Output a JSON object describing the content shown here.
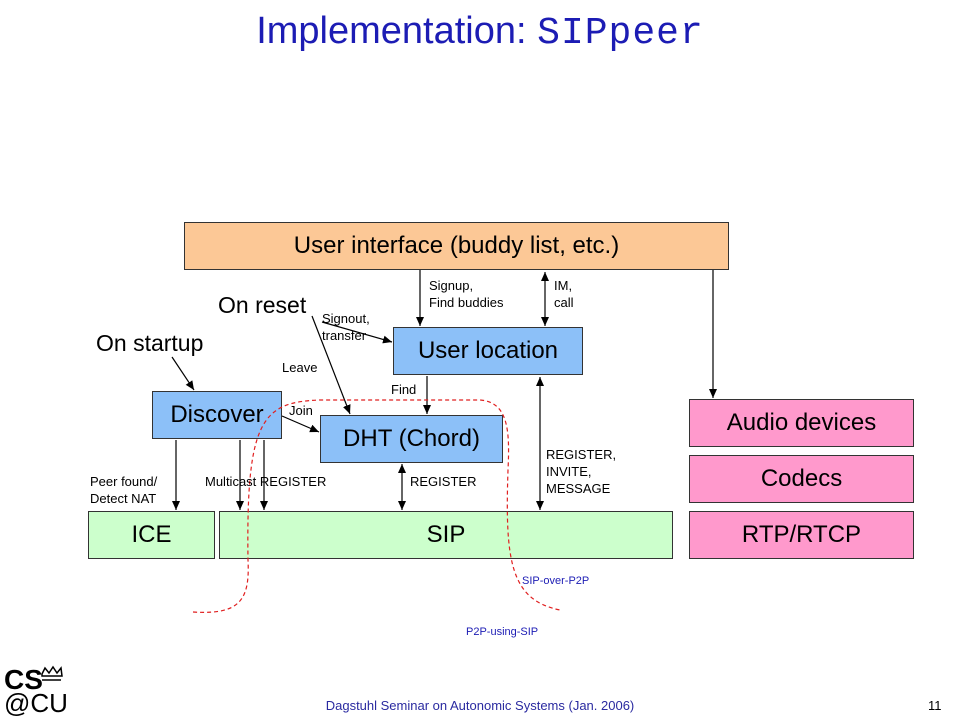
{
  "title": {
    "main": "Implementation:",
    "code": "SIPpeer"
  },
  "boxes": {
    "user_interface": "User interface (buddy list, etc.)",
    "user_location": "User location",
    "discover": "Discover",
    "dht": "DHT (Chord)",
    "audio_devices": "Audio devices",
    "codecs": "Codecs",
    "ice": "ICE",
    "sip": "SIP",
    "rtp": "RTP/RTCP"
  },
  "labels": {
    "on_reset": "On reset",
    "on_startup": "On startup",
    "signup_line1": "Signup,",
    "signup_line2": "Find buddies",
    "im_line1": "IM,",
    "im_line2": "call",
    "signout_line1": "Signout,",
    "signout_line2": "transfer",
    "leave": "Leave",
    "join": "Join",
    "find": "Find",
    "register_line1": "REGISTER,",
    "register_line2": "INVITE,",
    "register_line3": "MESSAGE",
    "peer_found_line1": "Peer found/",
    "peer_found_line2": "Detect NAT",
    "multicast_register": "Multicast REGISTER",
    "register": "REGISTER",
    "sip_over_p2p": "SIP-over-P2P",
    "p2p_using_sip": "P2P-using-SIP"
  },
  "colors": {
    "title": "#1c1cb4",
    "ui_box": "#fcc896",
    "blue_box": "#8cc0f8",
    "pink_box": "#ff99cc",
    "green_box": "#ccffcc",
    "dashed": "#e02020"
  },
  "footer": {
    "text": "Dagstuhl Seminar on Autonomic Systems (Jan. 2006)",
    "page": "11"
  },
  "logo": {
    "cs": "CS",
    "cu": "@CU"
  }
}
